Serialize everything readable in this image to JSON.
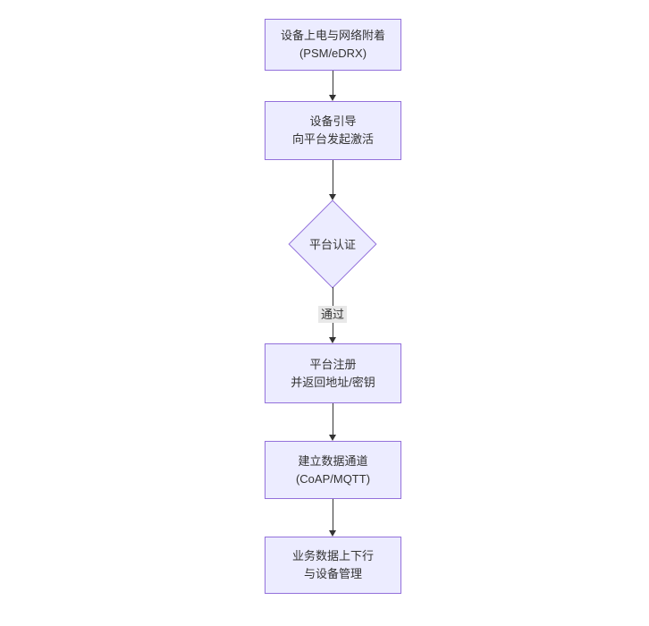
{
  "diagram": {
    "type": "flowchart",
    "direction": "top-down",
    "nodes": [
      {
        "id": "A",
        "shape": "rectangle",
        "lines": [
          "设备上电与网络附着",
          "(PSM/eDRX)"
        ]
      },
      {
        "id": "B",
        "shape": "rectangle",
        "lines": [
          "设备引导",
          "向平台发起激活"
        ]
      },
      {
        "id": "C",
        "shape": "diamond",
        "lines": [
          "平台认证"
        ]
      },
      {
        "id": "D",
        "shape": "rectangle",
        "lines": [
          "平台注册",
          "并返回地址/密钥"
        ]
      },
      {
        "id": "E",
        "shape": "rectangle",
        "lines": [
          "建立数据通道",
          "(CoAP/MQTT)"
        ]
      },
      {
        "id": "F",
        "shape": "rectangle",
        "lines": [
          "业务数据上下行",
          "与设备管理"
        ]
      }
    ],
    "edges": [
      {
        "from": "A",
        "to": "B",
        "label": ""
      },
      {
        "from": "B",
        "to": "C",
        "label": ""
      },
      {
        "from": "C",
        "to": "D",
        "label": "通过"
      },
      {
        "from": "D",
        "to": "E",
        "label": ""
      },
      {
        "from": "E",
        "to": "F",
        "label": ""
      }
    ],
    "colors": {
      "node_fill": "#ECECFF",
      "node_border": "#9370DB",
      "edge_line": "#333333",
      "edge_label_bg": "#e8e8e8",
      "text": "#333333",
      "background": "#ffffff"
    }
  }
}
